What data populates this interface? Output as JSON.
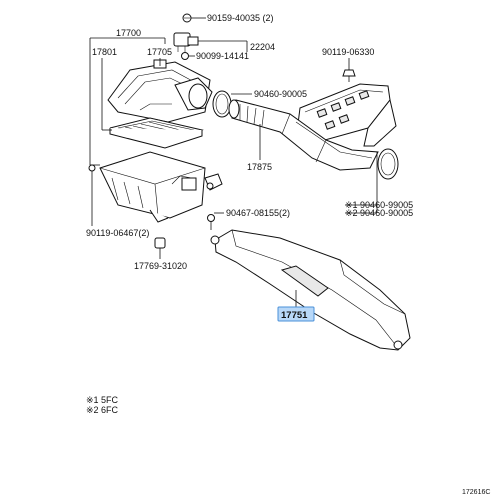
{
  "labels": {
    "p90159": "90159-40035 (2)",
    "p22204": "22204",
    "p90099": "90099-14141",
    "p17700": "17700",
    "p17801": "17801",
    "p17705": "17705",
    "p90119a": "90119-06330",
    "p90460a": "90460-90005",
    "p17875": "17875",
    "p90460b": "※1 90460-99005",
    "p90460c": "※2 90460-90005",
    "p90119b": "90119-06467(2)",
    "p90467": "90467-08155(2)",
    "p17769": "17769-31020",
    "p17751": "17751"
  },
  "legend": {
    "line1": "※1  5FC",
    "line2": "※2  6FC"
  },
  "ref_code": "172616C",
  "colors": {
    "highlight": "#b8d8f8",
    "highlight_border": "#4a90d9"
  }
}
